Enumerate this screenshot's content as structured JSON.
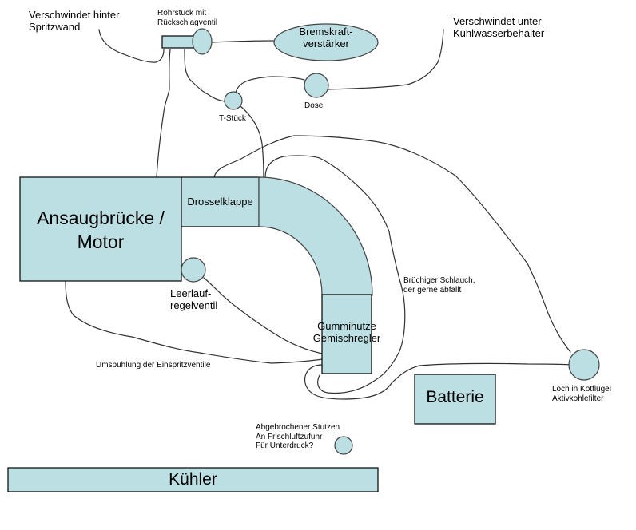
{
  "colors": {
    "component_fill": "#bbdfe3",
    "outline": "#000000",
    "hose": "#303030",
    "background": "#ffffff"
  },
  "components": {
    "intake": "Ansaugbrücke /\nMotor",
    "throttle": "Drosselklappe",
    "mixer": "Gummihutze\nGemischregler",
    "battery": "Batterie",
    "radiator": "Kühler",
    "brake_booster": "Bremskraft-\nverstärker",
    "check_valve_pipe": "Rohrstück mit\nRückschlagventil",
    "t_piece": "T-Stück",
    "can": "Dose",
    "idle_valve": "Leerlauf-\nregelventil",
    "charcoal_filter": "Loch in Kotflügel\nAktivkohlefilter",
    "broken_nozzle": "Abgebrochener Stutzen\nAn Frischluftzufuhr\nFür Unterdruck?"
  },
  "annotations": {
    "behind_firewall": "Verschwindet hinter\nSpritzwand",
    "under_coolant_tank": "Verschwindet unter\nKühlwasserbehälter",
    "brittle_hose": "Brüchiger Schlauch,\nder gerne abfällt",
    "injector_flush": "Umspühlung der Einspritzventile"
  }
}
